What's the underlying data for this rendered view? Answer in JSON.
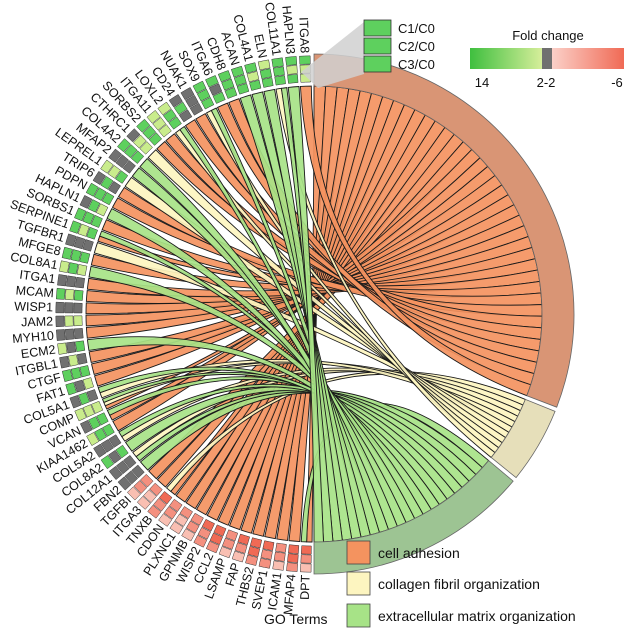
{
  "chart_data": {
    "type": "chord",
    "fold_change_legend": {
      "title": "Fold change",
      "tick_labels": [
        "14",
        "2-2",
        "-6"
      ],
      "colors": {
        "high": "#3fbf3f",
        "mid_up": "#d6ee9a",
        "zero": "#707070",
        "mid_down": "#fbd0c8",
        "low": "#f06a55"
      }
    },
    "comparisons": [
      "C1/C0",
      "C2/C0",
      "C3/C0"
    ],
    "go_terms_title": "GO Terms",
    "go_terms": [
      {
        "name": "cell adhesion",
        "color": "#f4935f",
        "arc_color": "#d99575"
      },
      {
        "name": "collagen fibril organization",
        "color": "#fdf5c0",
        "arc_color": "#e6dfba"
      },
      {
        "name": "extracellular matrix organization",
        "color": "#a7e387",
        "arc_color": "#9dc493"
      }
    ],
    "genes": [
      "DPT",
      "MFAP4",
      "ICAM1",
      "SVEP1",
      "THBS2",
      "FAP",
      "LSAMP",
      "CCL2",
      "WISP2",
      "GPNMB",
      "PLXNC1",
      "CDON",
      "TNXB",
      "ITGA3",
      "TGFBI",
      "FBN2",
      "COL12A1",
      "COL8A2",
      "COL5A2",
      "KIAA1462",
      "VCAN",
      "COMP",
      "COL5A1",
      "FAT1",
      "CTGF",
      "ITGBL1",
      "ECM2",
      "MYH10",
      "JAM2",
      "WISP1",
      "MCAM",
      "ITGA1",
      "COL8A1",
      "MFGE8",
      "TGFBR1",
      "SERPINE1",
      "SORBS1",
      "HAPLN1",
      "PDPN",
      "TRIP6",
      "LEPREL1",
      "MFAP2",
      "COL4A2",
      "CTHRC1",
      "SORBS2",
      "ITGA11",
      "LOXL2",
      "CD24",
      "NUAK1",
      "SOX9",
      "ITGA6",
      "CDH8",
      "ACAN",
      "COL4A1",
      "ELN",
      "COL11A1",
      "HAPLN3",
      "ITGA8"
    ],
    "gene_terms": [
      [
        0,
        2
      ],
      [
        0
      ],
      [
        0
      ],
      [
        0
      ],
      [
        0
      ],
      [
        0
      ],
      [
        0
      ],
      [
        0
      ],
      [
        0
      ],
      [
        0
      ],
      [
        0
      ],
      [
        0
      ],
      [
        0,
        1
      ],
      [
        0
      ],
      [
        0
      ],
      [
        2
      ],
      [
        2,
        1
      ],
      [
        2
      ],
      [
        1,
        2
      ],
      [
        0
      ],
      [
        0,
        2
      ],
      [
        0,
        1,
        2
      ],
      [
        1,
        2
      ],
      [
        0
      ],
      [
        0
      ],
      [
        0
      ],
      [
        2
      ],
      [
        0
      ],
      [
        0
      ],
      [
        0
      ],
      [
        0
      ],
      [
        0
      ],
      [
        2
      ],
      [
        0
      ],
      [
        1
      ],
      [
        0,
        2
      ],
      [
        0
      ],
      [
        2
      ],
      [
        0
      ],
      [
        0
      ],
      [
        1
      ],
      [
        2
      ],
      [
        2
      ],
      [
        1
      ],
      [
        0
      ],
      [
        0
      ],
      [
        1,
        2
      ],
      [
        0
      ],
      [
        0
      ],
      [
        1,
        2
      ],
      [
        0
      ],
      [
        0
      ],
      [
        2
      ],
      [
        2
      ],
      [
        2
      ],
      [
        1,
        2
      ],
      [
        2
      ],
      [
        0
      ]
    ],
    "fold_change": [
      [
        -5,
        -4,
        -2
      ],
      [
        -6,
        -5,
        -3
      ],
      [
        -4,
        -3,
        -2
      ],
      [
        -5,
        -4,
        -3
      ],
      [
        -6,
        -5,
        -4
      ],
      [
        -5,
        -4,
        -2
      ],
      [
        -4,
        -3,
        -2
      ],
      [
        -6,
        -5,
        -3
      ],
      [
        -5,
        -4,
        -3
      ],
      [
        -4,
        -3,
        -2
      ],
      [
        -3,
        -2,
        -2
      ],
      [
        -4,
        -3,
        -2
      ],
      [
        -5,
        -4,
        -3
      ],
      [
        -3,
        -2,
        -2
      ],
      [
        -4,
        -3,
        -2
      ],
      [
        0,
        0,
        0
      ],
      [
        0,
        0,
        0
      ],
      [
        3,
        0,
        3
      ],
      [
        0,
        0,
        0
      ],
      [
        3,
        3,
        2
      ],
      [
        3,
        3,
        0
      ],
      [
        2,
        2,
        2
      ],
      [
        0,
        3,
        0
      ],
      [
        2,
        0,
        3
      ],
      [
        3,
        3,
        3
      ],
      [
        0,
        2,
        0
      ],
      [
        3,
        0,
        2
      ],
      [
        0,
        0,
        0
      ],
      [
        2,
        2,
        0
      ],
      [
        0,
        0,
        0
      ],
      [
        3,
        2,
        3
      ],
      [
        0,
        0,
        0
      ],
      [
        2,
        3,
        2
      ],
      [
        3,
        3,
        3
      ],
      [
        0,
        0,
        0
      ],
      [
        3,
        2,
        3
      ],
      [
        3,
        3,
        3
      ],
      [
        2,
        3,
        0
      ],
      [
        3,
        3,
        3
      ],
      [
        0,
        3,
        0
      ],
      [
        3,
        2,
        2
      ],
      [
        0,
        0,
        0
      ],
      [
        3,
        3,
        3
      ],
      [
        2,
        2,
        0
      ],
      [
        3,
        3,
        3
      ],
      [
        2,
        2,
        2
      ],
      [
        3,
        3,
        2
      ],
      [
        0,
        3,
        0
      ],
      [
        0,
        0,
        0
      ],
      [
        3,
        3,
        3
      ],
      [
        3,
        0,
        3
      ],
      [
        3,
        3,
        3
      ],
      [
        3,
        3,
        3
      ],
      [
        3,
        2,
        3
      ],
      [
        3,
        3,
        2
      ],
      [
        3,
        3,
        3
      ],
      [
        3,
        2,
        3
      ],
      [
        2,
        2,
        3
      ]
    ]
  }
}
